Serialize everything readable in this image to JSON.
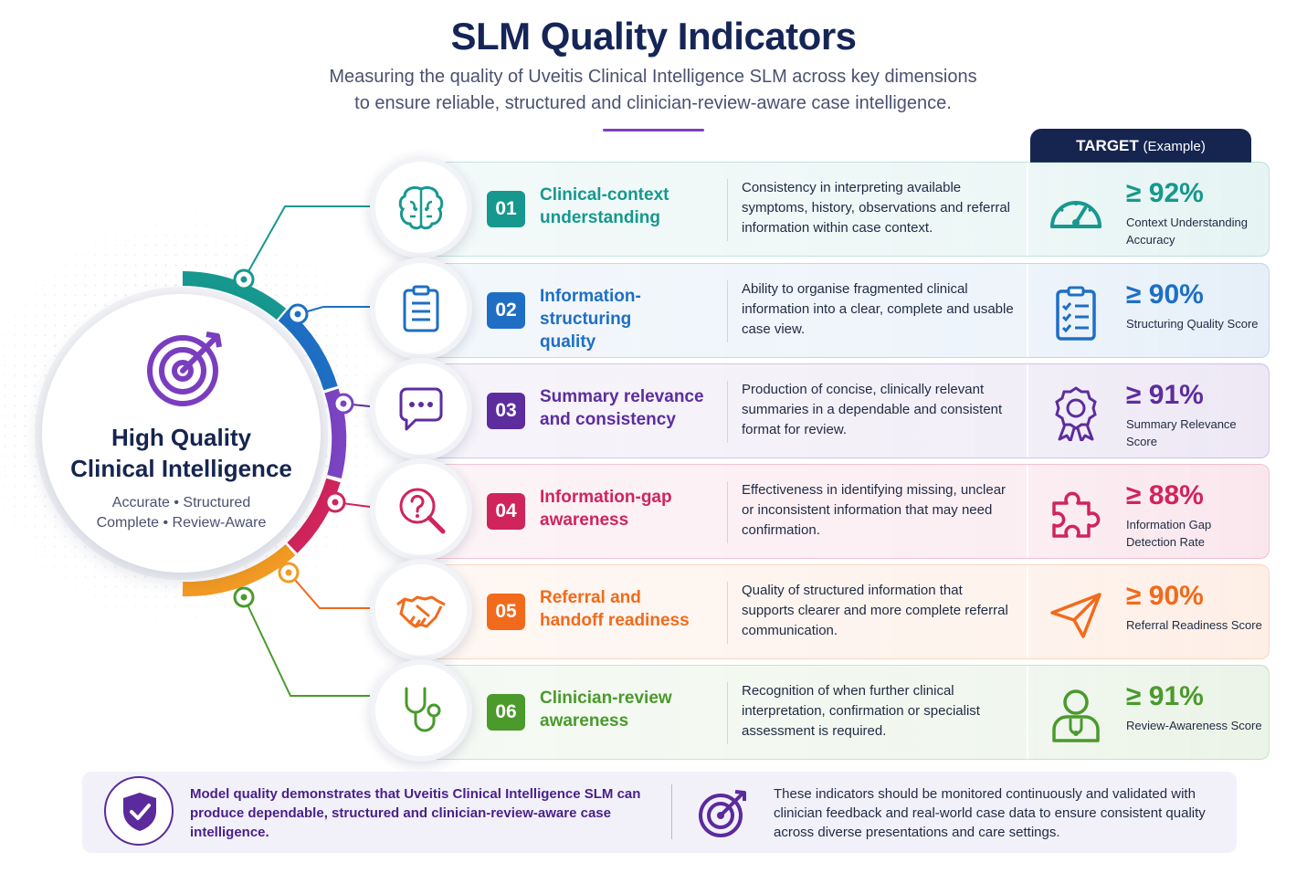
{
  "header": {
    "title": "SLM Quality Indicators",
    "subtitle_line1": "Measuring the quality of Uveitis Clinical Intelligence SLM across key dimensions",
    "subtitle_line2": "to ensure reliable, structured and clinician-review-aware case intelligence."
  },
  "target_tab": {
    "label": "TARGET",
    "qualifier": "(Example)"
  },
  "hub": {
    "title_line1": "High Quality",
    "title_line2": "Clinical Intelligence",
    "sub_line1": "Accurate • Structured",
    "sub_line2": "Complete • Review-Aware",
    "icon": "target-arrow-icon"
  },
  "indicators": [
    {
      "number": "01",
      "name_line1": "Clinical-context",
      "name_line2": "understanding",
      "description": "Consistency in interpreting available symptoms, history, observations and referral information within case context.",
      "icon": "brain-icon",
      "target_value": "≥ 92%",
      "target_label": "Context Understanding Accuracy",
      "target_icon": "gauge-icon",
      "color": "#16988f"
    },
    {
      "number": "02",
      "name_line1": "Information-structuring",
      "name_line2": "quality",
      "description": "Ability to organise fragmented clinical information into a clear, complete and usable case view.",
      "icon": "clipboard-list-icon",
      "target_value": "≥ 90%",
      "target_label": "Structuring Quality Score",
      "target_icon": "checklist-icon",
      "color": "#1e6fc4"
    },
    {
      "number": "03",
      "name_line1": "Summary relevance",
      "name_line2": "and consistency",
      "description": "Production of concise, clinically relevant summaries in a dependable and consistent format for review.",
      "icon": "chat-bubble-icon",
      "target_value": "≥ 91%",
      "target_label": "Summary Relevance Score",
      "target_icon": "award-ribbon-icon",
      "color": "#5d2d9e"
    },
    {
      "number": "04",
      "name_line1": "Information-gap",
      "name_line2": "awareness",
      "description": "Effectiveness in identifying missing, unclear or inconsistent information that may need confirmation.",
      "icon": "question-magnifier-icon",
      "target_value": "≥ 88%",
      "target_label": "Information Gap Detection Rate",
      "target_icon": "puzzle-piece-icon",
      "color": "#d0245c"
    },
    {
      "number": "05",
      "name_line1": "Referral and",
      "name_line2": "handoff readiness",
      "description": "Quality of structured information that supports clearer and more complete referral communication.",
      "icon": "handshake-icon",
      "target_value": "≥ 90%",
      "target_label": "Referral Readiness Score",
      "target_icon": "paper-plane-icon",
      "color": "#f26a1b"
    },
    {
      "number": "06",
      "name_line1": "Clinician-review",
      "name_line2": "awareness",
      "description": "Recognition of when further clinical interpretation, confirmation or specialist assessment is required.",
      "icon": "stethoscope-icon",
      "target_value": "≥ 91%",
      "target_label": "Review-Awareness Score",
      "target_icon": "doctor-icon",
      "color": "#4a9a2c"
    }
  ],
  "footer": {
    "left_text": "Model quality demonstrates that Uveitis Clinical Intelligence SLM can produce dependable, structured and clinician-review-aware case intelligence.",
    "right_text": "These indicators should be monitored continuously and validated with clinician feedback and real-world case data to ensure consistent quality across diverse presentations and care settings.",
    "left_icon": "shield-check-icon",
    "right_icon": "target-arrow-icon"
  }
}
